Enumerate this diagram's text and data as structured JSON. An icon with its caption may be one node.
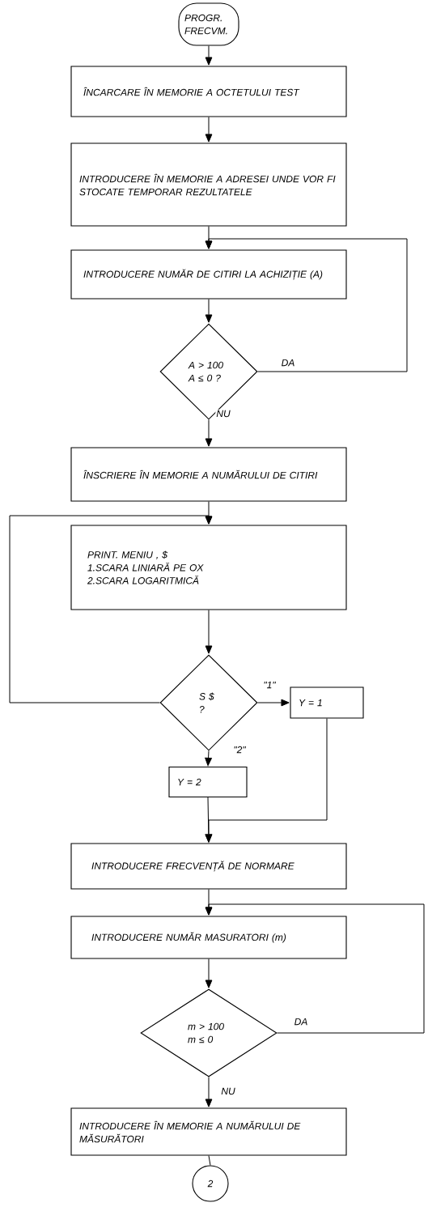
{
  "diagram": {
    "nodes": [
      {
        "text": [
          "PROGR. FRECVM."
        ]
      },
      {
        "text": [
          "ÎNCARCARE ÎN MEMORIE A OCTETULUI TEST"
        ]
      },
      {
        "text": [
          "INTRODUCERE ÎN MEMORIE A ADRESEI UNDE VOR FI STOCATE TEMPORAR REZULTATELE"
        ]
      },
      {
        "text": [
          "INTRODUCERE NUMĂR DE CITIRI LA ACHIZIȚIE (A)"
        ]
      },
      {
        "text": [
          "A > 100 A ≤ 0 ?"
        ]
      },
      {
        "text": [
          "ÎNSCRIERE ÎN MEMORIE A NUMĂRULUI DE CITIRI"
        ]
      },
      {
        "text": [
          "PRINT. MENIU , $",
          "1.SCARA LINIARĂ PE OX",
          "2.SCARA LOGARITMICĂ"
        ]
      },
      {
        "text": [
          "S $ ?"
        ]
      },
      {
        "text": [
          "Y = 1"
        ]
      },
      {
        "text": [
          "Y = 2"
        ]
      },
      {
        "text": [
          "INTRODUCERE FRECVENȚĂ DE NORMARE"
        ]
      },
      {
        "text": [
          "INTRODUCERE NUMĂR MASURATORI (m)"
        ]
      },
      {
        "text": [
          "m > 100 m ≤ 0"
        ]
      },
      {
        "text": [
          "INTRODUCERE ÎN MEMORIE A NUMĂRULUI DE MĂSURĂTORI"
        ]
      },
      {
        "text": [
          "2"
        ]
      }
    ],
    "edges": [
      {
        "from": 0,
        "to": 1,
        "arrow": "to"
      },
      {
        "from": 1,
        "to": 2,
        "arrow": "to"
      },
      {
        "from": 2,
        "to": 3,
        "arrow": "to"
      },
      {
        "from": 3,
        "to": 4,
        "arrow": "to"
      },
      {
        "from": 4,
        "to": 3,
        "arrow": "to",
        "label": "DA"
      },
      {
        "from": 4,
        "to": 5,
        "arrow": "to",
        "label": "NU"
      },
      {
        "from": 5,
        "to": 6,
        "arrow": "to"
      },
      {
        "from": 6,
        "to": 7,
        "arrow": "to"
      },
      {
        "from": 7,
        "to": 6,
        "arrow": "to"
      },
      {
        "from": 7,
        "to": 8,
        "arrow": "to",
        "label": "\"1\""
      },
      {
        "from": 7,
        "to": 9,
        "arrow": "to",
        "label": "\"2\""
      },
      {
        "from": 9,
        "to": 10,
        "arrow": "to"
      },
      {
        "from": 8,
        "to": 10,
        "arrow": "to"
      },
      {
        "from": 10,
        "to": 11,
        "arrow": "to"
      },
      {
        "from": 12,
        "to": 11,
        "arrow": "to",
        "label": "DA"
      },
      {
        "from": 11,
        "to": 12,
        "arrow": "to"
      },
      {
        "from": 12,
        "to": 13,
        "arrow": "to",
        "label": "NU"
      },
      {
        "from": 13,
        "to": 14,
        "arrow": "none"
      }
    ]
  }
}
